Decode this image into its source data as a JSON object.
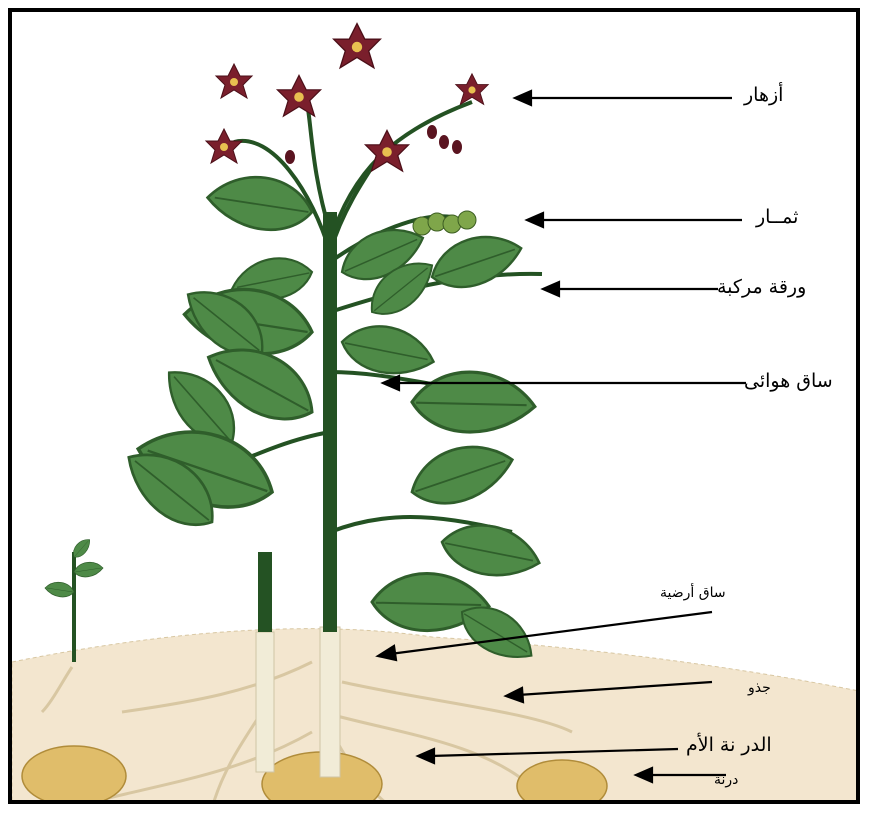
{
  "labels": {
    "flowers": "أزهار",
    "fruits": "ثمــار",
    "compound_leaf": "ورقة مركبة",
    "aerial_stem": "ساق هوائى",
    "underground_stem": "ساق أرضية",
    "root": "جذو",
    "mother_tuber": "الدر نة الأم",
    "tuber": "درنة"
  },
  "colors": {
    "soil": "#f3e6cf",
    "leaf": "#4e8a47",
    "leaf_dark": "#2f5e2b",
    "stem": "#245223",
    "flower": "#7a1f2c",
    "tuber": "#e0bd6a",
    "root": "#d8c7a2"
  }
}
